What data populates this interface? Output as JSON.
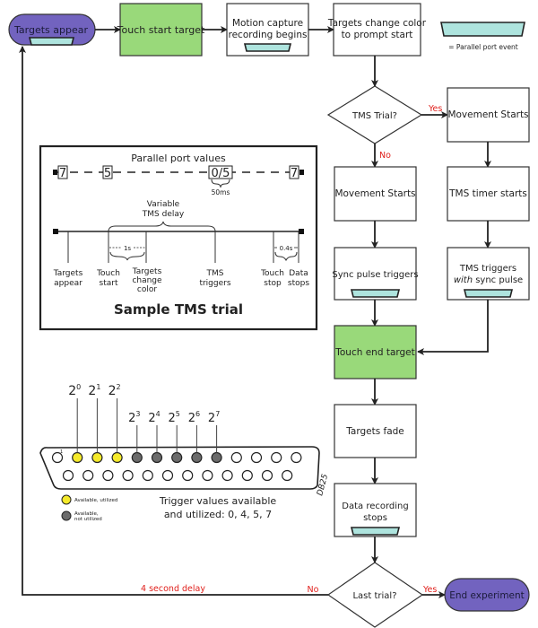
{
  "nodes": {
    "targets_appear": "Targets appear",
    "touch_start_target": "Touch start target",
    "motion_capture": [
      "Motion capture",
      "recording begins"
    ],
    "targets_change_color": [
      "Targets change color",
      "to prompt start"
    ],
    "tms_trial": "TMS Trial?",
    "movement_starts_yes": "Movement Starts",
    "movement_starts_no": "Movement Starts",
    "tms_timer_starts": "TMS timer starts",
    "sync_pulse_triggers": "Sync pulse triggers",
    "tms_triggers_line1": "TMS triggers",
    "tms_triggers_italic": "with",
    "tms_triggers_rest": " sync pulse",
    "touch_end_target": "Touch end target",
    "targets_fade": "Targets fade",
    "data_recording_stops": [
      "Data recording",
      "stops"
    ],
    "last_trial": "Last trial?",
    "end_experiment": "End experiment"
  },
  "edge_labels": {
    "yes1": "Yes",
    "no1": "No",
    "no2": "No",
    "yes2": "Yes",
    "delay": "4 second delay"
  },
  "legend": {
    "parallel_port_event": "= Parallel port event"
  },
  "sample_trial": {
    "title": "Sample TMS trial",
    "port_values_title": "Parallel port values",
    "port_values": [
      "7",
      "5",
      "0/5",
      "7"
    ],
    "pulse_duration": "50ms",
    "variable_delay": [
      "Variable",
      "TMS delay"
    ],
    "interval_1": "1s",
    "interval_2": "0.4s",
    "events": [
      [
        "Targets",
        "appear"
      ],
      [
        "Touch",
        "start"
      ],
      [
        "Targets",
        "change",
        "color"
      ],
      [
        "TMS",
        "triggers"
      ],
      [
        "Touch",
        "stop"
      ],
      [
        "Data",
        "stops"
      ]
    ]
  },
  "connector": {
    "label": "DB25",
    "pin_one": "1",
    "bits": [
      {
        "base": "2",
        "exp": "0"
      },
      {
        "base": "2",
        "exp": "1"
      },
      {
        "base": "2",
        "exp": "2"
      },
      {
        "base": "2",
        "exp": "3"
      },
      {
        "base": "2",
        "exp": "4"
      },
      {
        "base": "2",
        "exp": "5"
      },
      {
        "base": "2",
        "exp": "6"
      },
      {
        "base": "2",
        "exp": "7"
      }
    ],
    "legend_utilized": "Available, utilized",
    "legend_not_utilized": [
      "Available,",
      "not utilized"
    ],
    "trigger_text": [
      "Trigger values available",
      "and utilized: 0, 4, 5, 7"
    ],
    "colors": {
      "utilized": "#f5ea2a",
      "not_utilized": "#6b6b6b"
    }
  }
}
